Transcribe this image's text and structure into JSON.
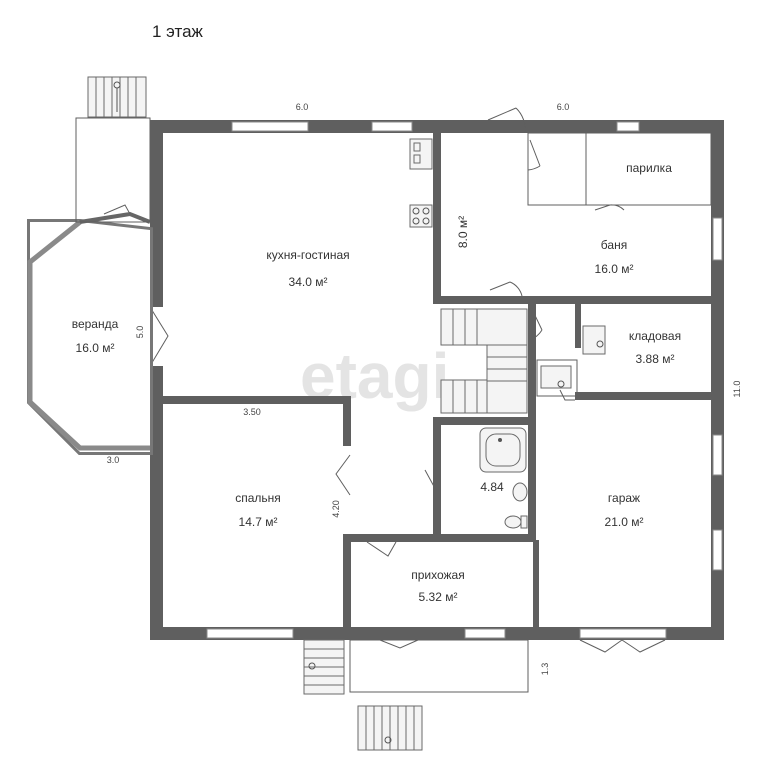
{
  "plan": {
    "title": "1 этаж",
    "watermark": "etagi",
    "rooms": {
      "kitchen": {
        "name": "кухня-гостиная",
        "area": "34.0 м²"
      },
      "veranda": {
        "name": "веранда",
        "area": "16.0 м²"
      },
      "bedroom": {
        "name": "спальня",
        "area": "14.7 м²"
      },
      "hall": {
        "name": "прихожая",
        "area": "5.32 м²"
      },
      "bath": {
        "area": "4.84"
      },
      "sauna": {
        "name": "баня",
        "area": "16.0 м²"
      },
      "steam": {
        "name": "парилка"
      },
      "corridor": {
        "area": "8.0 м²"
      },
      "storage": {
        "name": "кладовая",
        "area": "3.88 м²"
      },
      "garage": {
        "name": "гараж",
        "area": "21.0 м²"
      }
    },
    "dims": {
      "top_left": "6.0",
      "top_right": "6.0",
      "veranda_wall": "5.0",
      "veranda_bottom": "3.0",
      "bedroom_top": "3.50",
      "bedroom_side": "4.20",
      "right_side": "11.0",
      "porch": "1.3"
    }
  }
}
